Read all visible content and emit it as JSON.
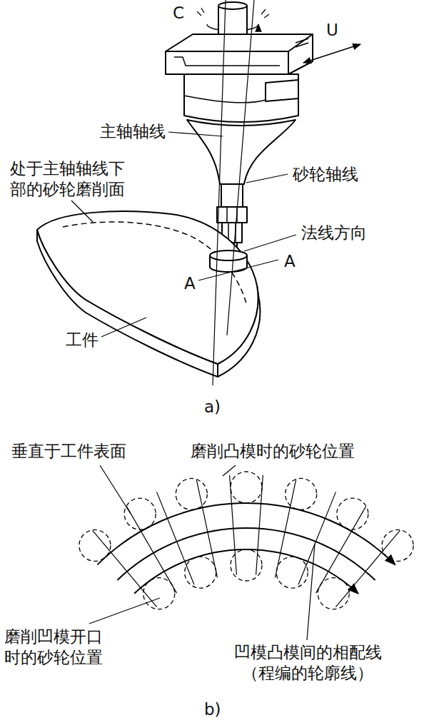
{
  "diagram": {
    "labels": [
      "C",
      "U",
      "主轴轴线",
      "处于主轴轴线下部的砂轮磨削面",
      "砂轮轴线",
      "法线方向",
      "A",
      "A",
      "工件",
      "a)",
      "垂直于工件表面",
      "磨削凸模时的砂轮位置",
      "磨削凹模开口时的砂轮位置",
      "凹模凸模间的相配线（程编的轮廓线）",
      "b)"
    ]
  }
}
